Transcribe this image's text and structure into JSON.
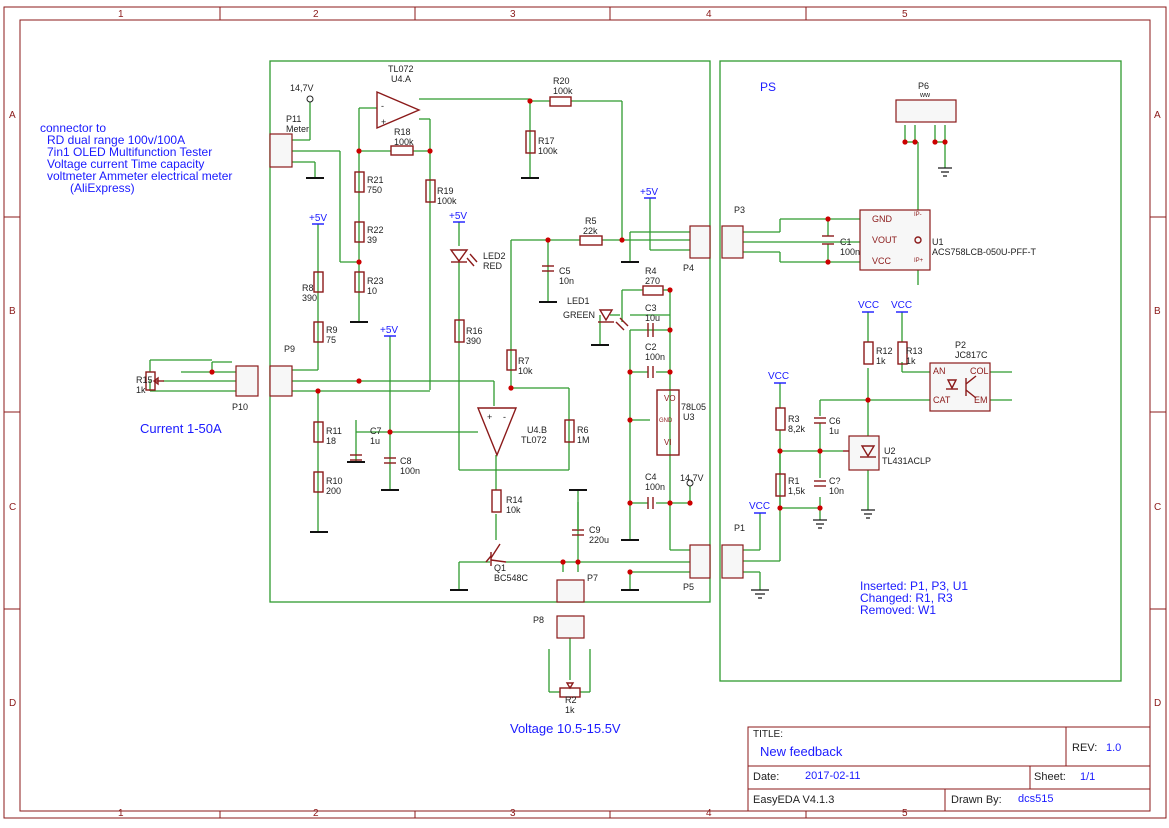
{
  "colors": {
    "frame": "#8b1a1a",
    "wire": "#2f9b2f",
    "part": "#8b1a1a",
    "text": "#1a1aff",
    "junction": "#cc0000",
    "label": "#222222"
  },
  "note": {
    "title": "connector to",
    "lines": [
      "RD dual range 100v/100A",
      "7in1 OLED Multifunction Tester",
      "Voltage current Time capacity",
      "voltmeter Ammeter electrical meter",
      "(AliExpress)"
    ]
  },
  "captions": {
    "current": "Current 1-50A",
    "voltage": "Voltage 10.5-15.5V",
    "ps": "PS"
  },
  "changes": [
    "Inserted: P1, P3, U1",
    "Changed: R1, R3",
    "Removed: W1"
  ],
  "titleblock": {
    "title_label": "TITLE:",
    "title": "New feedback",
    "rev_label": "REV:",
    "rev": "1.0",
    "date_label": "Date:",
    "date": "2017-02-11",
    "sheet_label": "Sheet:",
    "sheet": "1/1",
    "tool": "EasyEDA V4.1.3",
    "drawn_label": "Drawn By:",
    "drawn": "dcs515"
  },
  "border": {
    "cols": [
      "1",
      "2",
      "3",
      "4",
      "5"
    ],
    "rows": [
      "A",
      "B",
      "C",
      "D"
    ]
  },
  "nets": {
    "v147": "14,7V",
    "p5v": "+5V",
    "vcc": "VCC"
  },
  "components": {
    "u4a": {
      "ref": "U4.A",
      "value": "TL072"
    },
    "u4b": {
      "ref": "U4.B",
      "value": "TL072"
    },
    "r18": {
      "ref": "R18",
      "value": "100k"
    },
    "r20": {
      "ref": "R20",
      "value": "100k"
    },
    "r17": {
      "ref": "R17",
      "value": "100k"
    },
    "r19": {
      "ref": "R19",
      "value": "100k"
    },
    "r21": {
      "ref": "R21",
      "value": "750"
    },
    "r22": {
      "ref": "R22",
      "value": "39"
    },
    "r23": {
      "ref": "R23",
      "value": "10"
    },
    "r8": {
      "ref": "R8",
      "value": "390"
    },
    "r9": {
      "ref": "R9",
      "value": "75"
    },
    "r11": {
      "ref": "R11",
      "value": "18"
    },
    "r10": {
      "ref": "R10",
      "value": "200"
    },
    "c7": {
      "ref": "C7",
      "value": "1u"
    },
    "c8": {
      "ref": "C8",
      "value": "100n"
    },
    "r16": {
      "ref": "R16",
      "value": "390"
    },
    "led2": {
      "ref": "LED2",
      "value": "RED"
    },
    "r5": {
      "ref": "R5",
      "value": "22k"
    },
    "c5": {
      "ref": "C5",
      "value": "10n"
    },
    "r7": {
      "ref": "R7",
      "value": "10k"
    },
    "r6": {
      "ref": "R6",
      "value": "1M"
    },
    "r14": {
      "ref": "R14",
      "value": "10k"
    },
    "q1": {
      "ref": "Q1",
      "value": "BC548C"
    },
    "c9": {
      "ref": "C9",
      "value": "220u"
    },
    "r4": {
      "ref": "R4",
      "value": "270"
    },
    "led1": {
      "ref": "LED1",
      "value": "GREEN"
    },
    "c3": {
      "ref": "C3",
      "value": "10u"
    },
    "c2": {
      "ref": "C2",
      "value": "100n"
    },
    "u3": {
      "ref": "U3",
      "value": "78L05"
    },
    "c4": {
      "ref": "C4",
      "value": "100n"
    },
    "r15": {
      "ref": "R15",
      "value": "1k"
    },
    "r2": {
      "ref": "R2",
      "value": "1k"
    },
    "p11": {
      "ref": "P11",
      "value": "Meter"
    },
    "p9": {
      "ref": "P9"
    },
    "p10": {
      "ref": "P10"
    },
    "p4": {
      "ref": "P4"
    },
    "p5": {
      "ref": "P5"
    },
    "p7": {
      "ref": "P7"
    },
    "p8": {
      "ref": "P8"
    },
    "p3": {
      "ref": "P3"
    },
    "p1": {
      "ref": "P1"
    },
    "p6": {
      "ref": "P6",
      "value": "ww"
    },
    "u1": {
      "ref": "U1",
      "value": "ACS758LCB-050U-PFF-T"
    },
    "c1": {
      "ref": "C1",
      "value": "100n"
    },
    "r12": {
      "ref": "R12",
      "value": "1k"
    },
    "r13": {
      "ref": "R13",
      "value": "1k"
    },
    "p2": {
      "ref": "P2",
      "value": "JC817C"
    },
    "r3": {
      "ref": "R3",
      "value": "8,2k"
    },
    "r1": {
      "ref": "R1",
      "value": "1,5k"
    },
    "c6": {
      "ref": "C6",
      "value": "1u"
    },
    "cq": {
      "ref": "C?",
      "value": "10n"
    },
    "u2": {
      "ref": "U2",
      "value": "TL431ACLP"
    }
  },
  "pins": {
    "u1_gnd": "GND",
    "u1_vout": "VOUT",
    "u1_vcc": "VCC",
    "u1_ipm": "IP-",
    "u1_ipp": "IP+",
    "u3_vo": "VO",
    "u3_vi": "VI",
    "u3_gnd": "GND",
    "p2_an": "AN",
    "p2_col": "COL",
    "p2_cat": "CAT",
    "p2_em": "EM"
  }
}
